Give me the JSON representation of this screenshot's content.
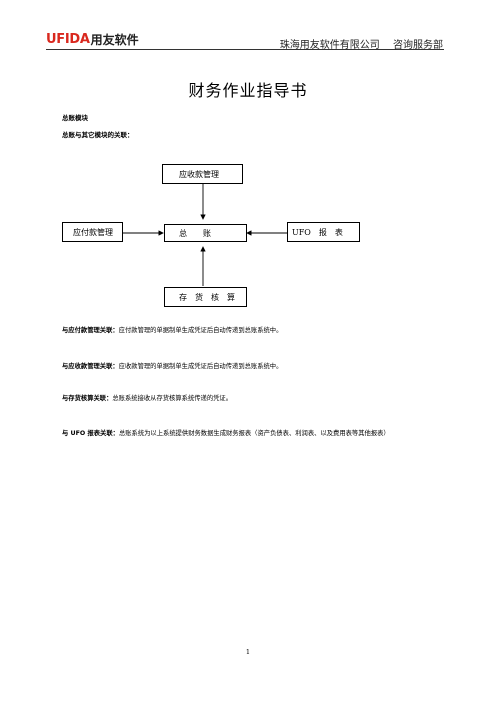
{
  "header": {
    "logo_mark": "UFIDA",
    "logo_cn": "用友软件",
    "company": "珠海用友软件有限公司",
    "department": "咨询服务部"
  },
  "title": "财务作业指导书",
  "section_module": "总账模块",
  "section_relation": "总账与其它模块的关联：",
  "diagram": {
    "top": "应收款管理",
    "left": "应付款管理",
    "center": "总　　账",
    "right": "UFO　报　表",
    "bottom": "存　货　核　算"
  },
  "relations": [
    {
      "label": "与应付款管理关联：",
      "text": "应付款管理的单据制单生成凭证后自动传递到总账系统中。"
    },
    {
      "label": "与应收款管理关联：",
      "text": "应收款管理的单据制单生成凭证后自动传递到总账系统中。"
    },
    {
      "label": "与存货核算关联：",
      "text": "总账系统接收从存货核算系统传递的凭证。"
    },
    {
      "label": "与 UFO 报表关联：",
      "text": "总账系统为以上系统提供财务数据生成财务报表（资产负债表、利润表、以及费用表等其他报表）"
    }
  ],
  "page_number": "1"
}
